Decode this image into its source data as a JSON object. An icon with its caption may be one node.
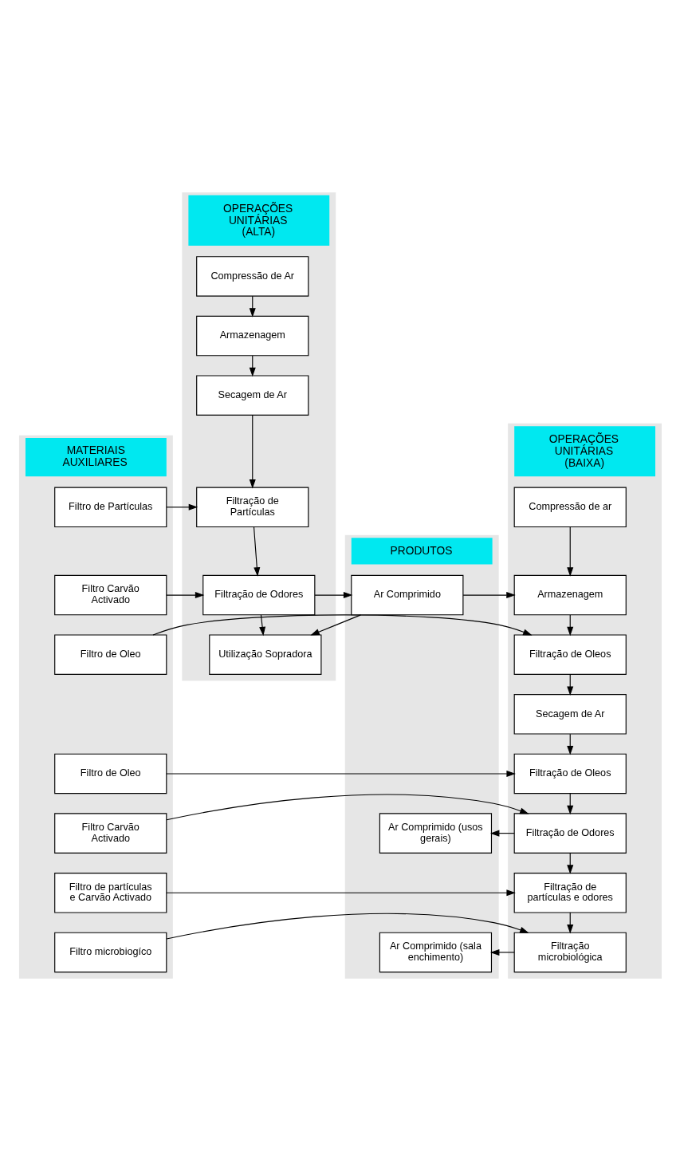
{
  "diagram": {
    "nodes": [
      {
        "text": [
          "MATERIAIS AUXILIARES"
        ]
      },
      {
        "text": [
          "OPERAÇÕES UNITÁRIAS (ALTA)"
        ]
      },
      {
        "text": [
          "OPERAÇÕES UNITÁRIAS (BAIXA)"
        ]
      },
      {
        "text": [
          "PRODUTOS"
        ]
      },
      {
        "text": [
          "Compressão de Ar"
        ],
        "in": 1
      },
      {
        "text": [
          "Armazenagem"
        ],
        "in": 1
      },
      {
        "text": [
          "Secagem de Ar"
        ],
        "in": 1
      },
      {
        "text": [
          "Filtro de Partículas"
        ],
        "in": 0
      },
      {
        "text": [
          "Filtração de Partículas"
        ],
        "in": 1
      },
      {
        "text": [
          "Filtro Carvão Activado"
        ],
        "in": 0
      },
      {
        "text": [
          "Filtração de Odores"
        ],
        "in": 1
      },
      {
        "text": [
          "Ar Comprimido"
        ],
        "in": 3
      },
      {
        "text": [
          "Utilização Sopradora"
        ],
        "in": 1
      },
      {
        "text": [
          "Compressão de ar"
        ],
        "in": 2
      },
      {
        "text": [
          "Armazenagem"
        ],
        "in": 2
      },
      {
        "text": [
          "Filtro de Oleo"
        ],
        "in": 0
      },
      {
        "text": [
          "Filtração de Oleos"
        ],
        "in": 2
      },
      {
        "text": [
          "Secagem de Ar"
        ],
        "in": 2
      },
      {
        "text": [
          "Filtro de Oleo"
        ],
        "in": 0
      },
      {
        "text": [
          "Filtração de Oleos"
        ],
        "in": 2
      },
      {
        "text": [
          "Filtro Carvão Activado"
        ],
        "in": 0
      },
      {
        "text": [
          "Filtração de Odores"
        ],
        "in": 2
      },
      {
        "text": [
          "Ar Comprimido (usos gerais)"
        ],
        "in": 3
      },
      {
        "text": [
          "Filtro de partículas e Carvão Activado"
        ],
        "in": 0
      },
      {
        "text": [
          "Filtração de partículas e odores"
        ],
        "in": 2
      },
      {
        "text": [
          "Filtro microbiogíco"
        ],
        "in": 0
      },
      {
        "text": [
          "Filtração microbiológica"
        ],
        "in": 2
      },
      {
        "text": [
          "Ar Comprimido (sala enchimento)"
        ],
        "in": 3
      }
    ],
    "edges": [
      {
        "from": 4,
        "to": 5,
        "arrow": "to"
      },
      {
        "from": 5,
        "to": 6,
        "arrow": "to"
      },
      {
        "from": 6,
        "to": 8,
        "arrow": "to"
      },
      {
        "from": 7,
        "to": 8,
        "arrow": "to"
      },
      {
        "from": 8,
        "to": 10,
        "arrow": "to"
      },
      {
        "from": 9,
        "to": 10,
        "arrow": "to"
      },
      {
        "from": 10,
        "to": 11,
        "arrow": "to"
      },
      {
        "from": 10,
        "to": 12,
        "arrow": "to"
      },
      {
        "from": 11,
        "to": 12,
        "arrow": "to"
      },
      {
        "from": 11,
        "to": 14,
        "arrow": "to"
      },
      {
        "from": 13,
        "to": 14,
        "arrow": "to"
      },
      {
        "from": 14,
        "to": 16,
        "arrow": "to"
      },
      {
        "from": 15,
        "to": 16,
        "arrow": "to"
      },
      {
        "from": 16,
        "to": 17,
        "arrow": "to"
      },
      {
        "from": 17,
        "to": 19,
        "arrow": "to"
      },
      {
        "from": 18,
        "to": 19,
        "arrow": "to"
      },
      {
        "from": 19,
        "to": 21,
        "arrow": "to"
      },
      {
        "from": 20,
        "to": 21,
        "arrow": "to"
      },
      {
        "from": 21,
        "to": 22,
        "arrow": "to"
      },
      {
        "from": 21,
        "to": 24,
        "arrow": "to"
      },
      {
        "from": 23,
        "to": 24,
        "arrow": "to"
      },
      {
        "from": 24,
        "to": 26,
        "arrow": "to"
      },
      {
        "from": 25,
        "to": 26,
        "arrow": "to"
      },
      {
        "from": 26,
        "to": 27,
        "arrow": "to"
      }
    ]
  }
}
